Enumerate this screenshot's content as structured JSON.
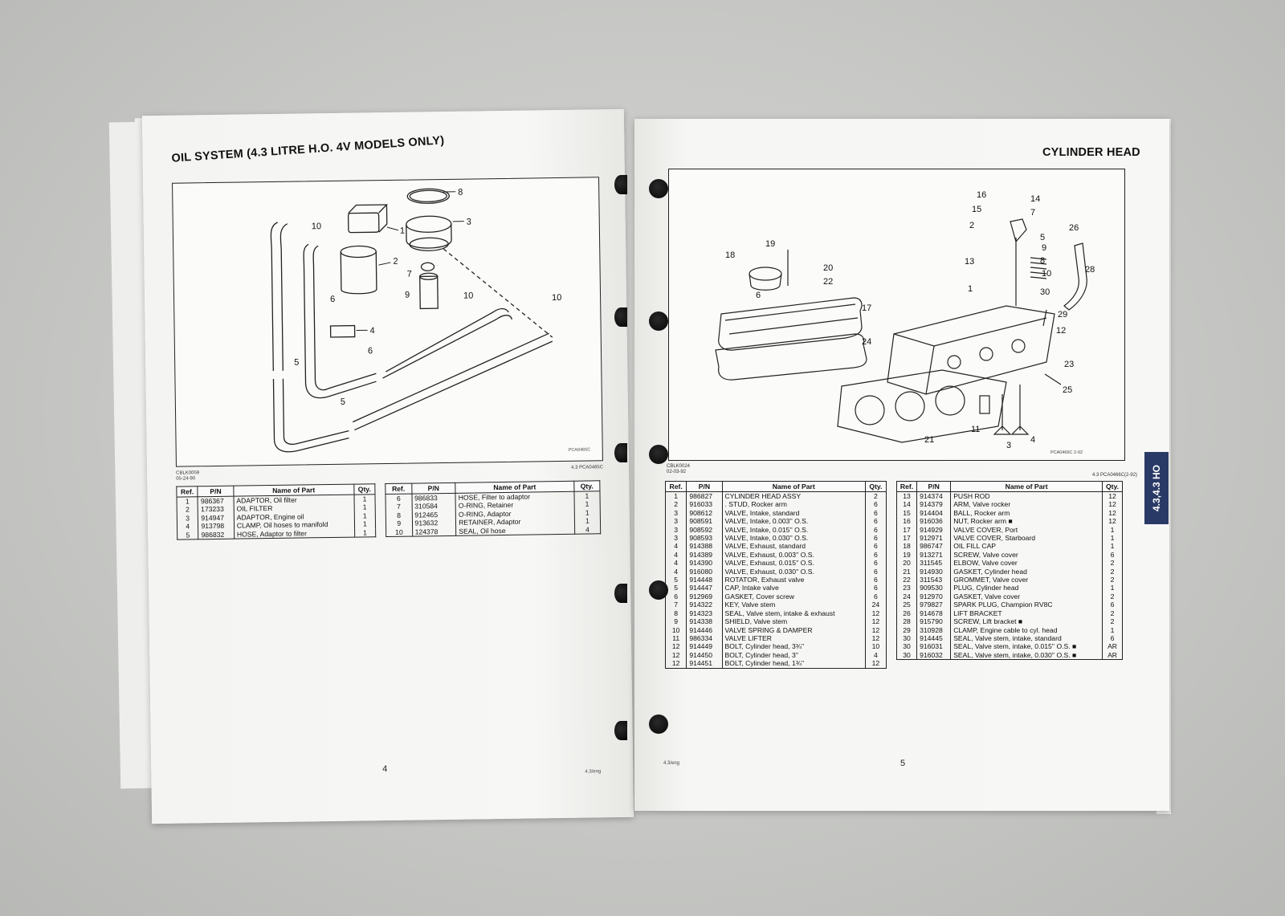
{
  "left_page": {
    "title": "OIL SYSTEM (4.3 LITRE H.O. 4V MODELS ONLY)",
    "diagram_code": "PCA0465C",
    "diagram_callouts": [
      "8",
      "3",
      "1",
      "10",
      "2",
      "7",
      "9",
      "10",
      "10",
      "6",
      "4",
      "6",
      "5",
      "5"
    ],
    "ref_code": "CBLK0059",
    "ref_date": "05-24-90",
    "catalog_code": "4.3 PCA0465C",
    "table_headers": [
      "Ref.",
      "P/N",
      "Name of Part",
      "Qty."
    ],
    "table1": [
      {
        "ref": "1",
        "pn": "986367",
        "name": "ADAPTOR, Oil filter",
        "qty": "1"
      },
      {
        "ref": "2",
        "pn": "173233",
        "name": "OIL FILTER",
        "qty": "1"
      },
      {
        "ref": "3",
        "pn": "914947",
        "name": "ADAPTOR, Engine oil",
        "qty": "1"
      },
      {
        "ref": "4",
        "pn": "913798",
        "name": "CLAMP, Oil hoses to manifold",
        "qty": "1"
      },
      {
        "ref": "5",
        "pn": "986832",
        "name": "HOSE, Adaptor to filter",
        "qty": "1"
      }
    ],
    "table2": [
      {
        "ref": "6",
        "pn": "986833",
        "name": "HOSE, Filter to adaptor",
        "qty": "1"
      },
      {
        "ref": "7",
        "pn": "310584",
        "name": "O-RING, Retainer",
        "qty": "1"
      },
      {
        "ref": "8",
        "pn": "912465",
        "name": "O-RING, Adaptor",
        "qty": "1"
      },
      {
        "ref": "9",
        "pn": "913632",
        "name": "RETAINER, Adaptor",
        "qty": "1"
      },
      {
        "ref": "10",
        "pn": "124378",
        "name": "SEAL, Oil hose",
        "qty": "4"
      }
    ],
    "page_number": "4",
    "footer_code": "4.3/eng"
  },
  "right_page": {
    "title": "CYLINDER HEAD",
    "diagram_code": "PCA0466C  2-92",
    "diagram_callouts": [
      "16",
      "14",
      "15",
      "7",
      "2",
      "5",
      "26",
      "9",
      "19",
      "18",
      "20",
      "13",
      "8",
      "28",
      "10",
      "22",
      "1",
      "6",
      "30",
      "17",
      "29",
      "12",
      "24",
      "23",
      "25",
      "11",
      "21",
      "3",
      "4"
    ],
    "ref_code": "CBLK0024",
    "ref_date": "02-03-92",
    "catalog_code": "4.3 PCA0466C(2-92)",
    "table_headers": [
      "Ref.",
      "P/N",
      "Name of Part",
      "Qty."
    ],
    "table1": [
      {
        "ref": "1",
        "pn": "986827",
        "name": "CYLINDER HEAD ASSY",
        "qty": "2"
      },
      {
        "ref": "2",
        "pn": "916033",
        "name": ". STUD, Rocker arm",
        "qty": "6"
      },
      {
        "ref": "3",
        "pn": "908612",
        "name": "VALVE, Intake, standard",
        "qty": "6"
      },
      {
        "ref": "3",
        "pn": "908591",
        "name": "VALVE, Intake, 0.003'' O.S.",
        "qty": "6"
      },
      {
        "ref": "3",
        "pn": "908592",
        "name": "VALVE, Intake, 0.015'' O.S.",
        "qty": "6"
      },
      {
        "ref": "3",
        "pn": "908593",
        "name": "VALVE, Intake, 0.030'' O.S.",
        "qty": "6"
      },
      {
        "ref": "4",
        "pn": "914388",
        "name": "VALVE, Exhaust, standard",
        "qty": "6"
      },
      {
        "ref": "4",
        "pn": "914389",
        "name": "VALVE, Exhaust, 0.003'' O.S.",
        "qty": "6"
      },
      {
        "ref": "4",
        "pn": "914390",
        "name": "VALVE, Exhaust, 0.015'' O.S.",
        "qty": "6"
      },
      {
        "ref": "4",
        "pn": "916080",
        "name": "VALVE, Exhaust, 0.030'' O.S.",
        "qty": "6"
      },
      {
        "ref": "5",
        "pn": "914448",
        "name": "ROTATOR, Exhaust valve",
        "qty": "6"
      },
      {
        "ref": "5",
        "pn": "914447",
        "name": "CAP, Intake valve",
        "qty": "6"
      },
      {
        "ref": "6",
        "pn": "912969",
        "name": "GASKET, Cover screw",
        "qty": "6"
      },
      {
        "ref": "7",
        "pn": "914322",
        "name": "KEY, Valve stem",
        "qty": "24"
      },
      {
        "ref": "8",
        "pn": "914323",
        "name": "SEAL, Valve stem, intake & exhaust",
        "qty": "12"
      },
      {
        "ref": "9",
        "pn": "914338",
        "name": "SHIELD, Valve stem",
        "qty": "12"
      },
      {
        "ref": "10",
        "pn": "914446",
        "name": "VALVE SPRING & DAMPER",
        "qty": "12"
      },
      {
        "ref": "11",
        "pn": "986334",
        "name": "VALVE LIFTER",
        "qty": "12"
      },
      {
        "ref": "12",
        "pn": "914449",
        "name": "BOLT, Cylinder head, 3¾''",
        "qty": "10"
      },
      {
        "ref": "12",
        "pn": "914450",
        "name": "BOLT, Cylinder head, 3''",
        "qty": "4"
      },
      {
        "ref": "12",
        "pn": "914451",
        "name": "BOLT, Cylinder head, 1¾''",
        "qty": "12"
      }
    ],
    "table2": [
      {
        "ref": "13",
        "pn": "914374",
        "name": "PUSH ROD",
        "qty": "12"
      },
      {
        "ref": "14",
        "pn": "914379",
        "name": "ARM, Valve rocker",
        "qty": "12"
      },
      {
        "ref": "15",
        "pn": "914404",
        "name": "BALL, Rocker arm",
        "qty": "12"
      },
      {
        "ref": "16",
        "pn": "916036",
        "name": "NUT, Rocker arm ■",
        "qty": "12"
      },
      {
        "ref": "17",
        "pn": "914929",
        "name": "VALVE COVER, Port",
        "qty": "1"
      },
      {
        "ref": "17",
        "pn": "912971",
        "name": "VALVE COVER, Starboard",
        "qty": "1"
      },
      {
        "ref": "18",
        "pn": "986747",
        "name": "OIL FILL CAP",
        "qty": "1"
      },
      {
        "ref": "19",
        "pn": "913271",
        "name": "SCREW, Valve cover",
        "qty": "6"
      },
      {
        "ref": "20",
        "pn": "311545",
        "name": "ELBOW, Valve cover",
        "qty": "2"
      },
      {
        "ref": "21",
        "pn": "914930",
        "name": "GASKET, Cylinder head",
        "qty": "2"
      },
      {
        "ref": "22",
        "pn": "311543",
        "name": "GROMMET, Valve cover",
        "qty": "2"
      },
      {
        "ref": "23",
        "pn": "909530",
        "name": "PLUG, Cylinder head",
        "qty": "1"
      },
      {
        "ref": "24",
        "pn": "912970",
        "name": "GASKET, Valve cover",
        "qty": "2"
      },
      {
        "ref": "25",
        "pn": "979827",
        "name": "SPARK PLUG, Champion RV8C",
        "qty": "6"
      },
      {
        "ref": "26",
        "pn": "914678",
        "name": "LIFT BRACKET",
        "qty": "2"
      },
      {
        "ref": "28",
        "pn": "915790",
        "name": "SCREW, Lift bracket ■",
        "qty": "2"
      },
      {
        "ref": "29",
        "pn": "310928",
        "name": "CLAMP, Engine cable to cyl. head",
        "qty": "1"
      },
      {
        "ref": "30",
        "pn": "914445",
        "name": "SEAL, Valve stem, intake, standard",
        "qty": "6"
      },
      {
        "ref": "30",
        "pn": "916031",
        "name": "SEAL, Valve stem, intake, 0.015'' O.S. ■",
        "qty": "AR"
      },
      {
        "ref": "30",
        "pn": "916032",
        "name": "SEAL, Valve stem, intake, 0.030'' O.S. ■",
        "qty": "AR"
      }
    ],
    "page_number": "5",
    "footer_code": "4.3/eng",
    "side_tab": "4.3,4.3 HO"
  }
}
